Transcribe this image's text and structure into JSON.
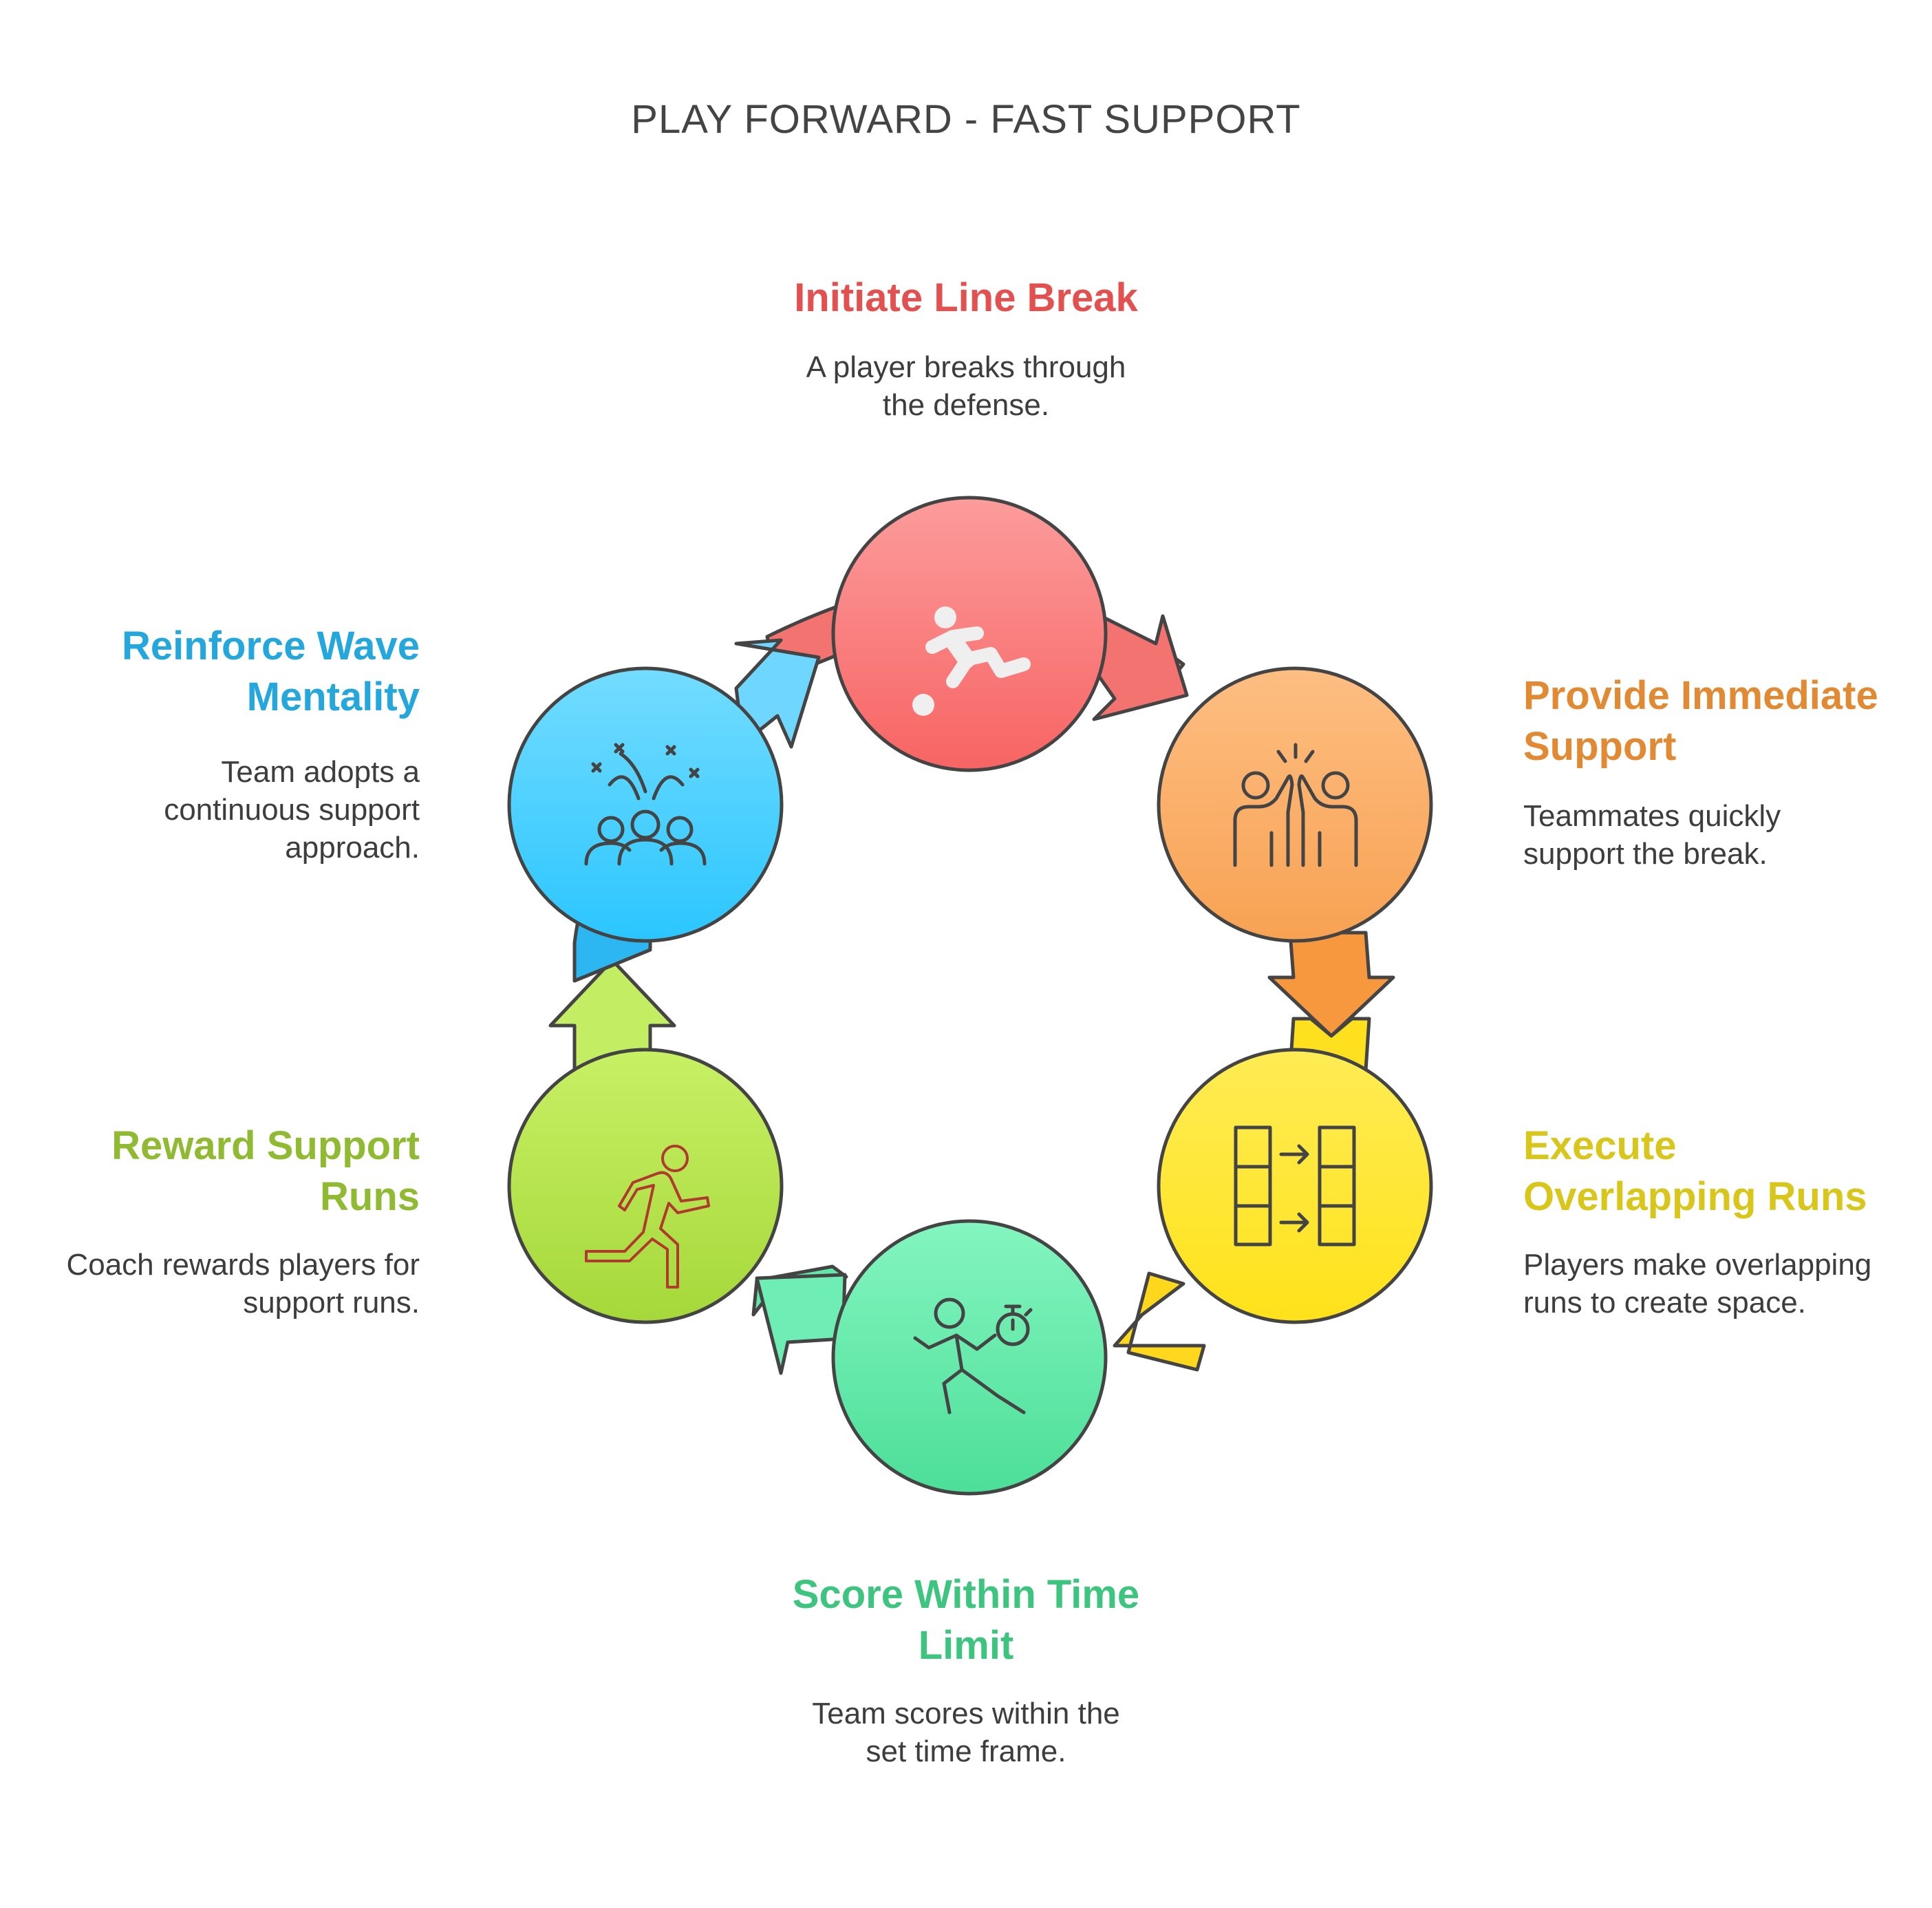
{
  "title": "PLAY FORWARD - FAST SUPPORT",
  "colors": {
    "red": "#F37371",
    "orange": "#F8A862",
    "yellow": "#FFE730",
    "green": "#5FE8A8",
    "lime": "#B4E24F",
    "blue": "#3AC9FF",
    "outline": "#444444"
  },
  "stages": [
    {
      "title_lines": [
        "Initiate Line Break"
      ],
      "desc_lines": [
        "A player breaks through",
        "the defense."
      ],
      "color": "#E2514F",
      "icon": "soccer-player-kicking-ball-icon"
    },
    {
      "title_lines": [
        "Provide Immediate",
        "Support"
      ],
      "desc_lines": [
        "Teammates quickly",
        "support the break."
      ],
      "color": "#E28A33",
      "icon": "high-five-icon"
    },
    {
      "title_lines": [
        "Execute",
        "Overlapping Runs"
      ],
      "desc_lines": [
        "Players make overlapping",
        "runs to create space."
      ],
      "color": "#D9C61B",
      "icon": "overlapping-columns-icon"
    },
    {
      "title_lines": [
        "Score Within Time",
        "Limit"
      ],
      "desc_lines": [
        "Team scores within the",
        "set time frame."
      ],
      "color": "#3DC47F",
      "icon": "runner-with-stopwatch-icon"
    },
    {
      "title_lines": [
        "Reward Support",
        "Runs"
      ],
      "desc_lines": [
        "Coach rewards players for",
        "support runs."
      ],
      "color": "#90BA32",
      "icon": "running-person-icon"
    },
    {
      "title_lines": [
        "Reinforce Wave",
        "Mentality"
      ],
      "desc_lines": [
        "Team adopts a",
        "continuous support",
        "approach."
      ],
      "color": "#24A7DC",
      "icon": "team-celebration-icon"
    }
  ]
}
